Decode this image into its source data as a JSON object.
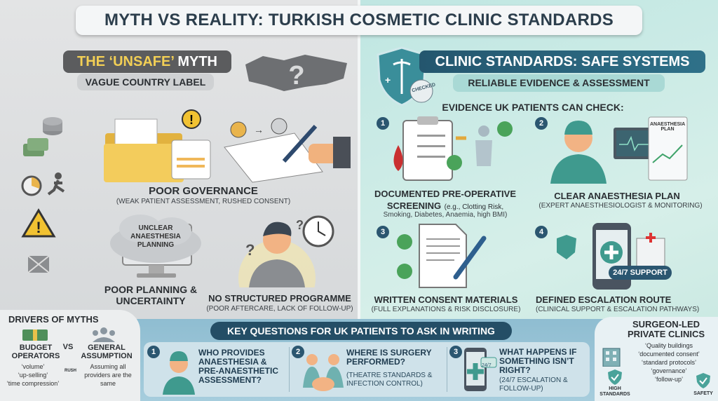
{
  "title": "MYTH VS REALITY: TURKISH COSMETIC CLINIC STANDARDS",
  "myth": {
    "heading_highlight": "THE ‘UNSAFE’",
    "heading_rest": " MYTH",
    "subtitle": "VAGUE COUNTRY LABEL",
    "governance": {
      "title": "POOR GOVERNANCE",
      "detail": "(WEAK PATIENT ASSESSMENT, RUSHED CONSENT)"
    },
    "cloud_text": "UNCLEAR ANAESTHESIA PLANNING",
    "planning": {
      "title": "POOR PLANNING & UNCERTAINTY"
    },
    "programme": {
      "title": "NO STRUCTURED PROGRAMME",
      "detail": "(POOR AFTERCARE, LACK OF FOLLOW-UP)"
    }
  },
  "standards": {
    "heading": "CLINIC STANDARDS: SAFE SYSTEMS",
    "subtitle": "RELIABLE EVIDENCE & ASSESSMENT",
    "stamp": "CHECKED",
    "evidence_heading": "EVIDENCE UK PATIENTS CAN CHECK:",
    "items": [
      {
        "num": "1",
        "title": "DOCUMENTED PRE-OPERATIVE",
        "title2": "SCREENING",
        "detail": "(e.g., Clotting Risk,",
        "detail2": "Smoking, Diabetes, Anaemia, high BMI)"
      },
      {
        "num": "2",
        "title": "CLEAR ANAESTHESIA PLAN",
        "detail": "(EXPERT ANAESTHESIOLOGIST & MONITORING)",
        "doc_label": "ANAESTHESIA PLAN"
      },
      {
        "num": "3",
        "title": "WRITTEN CONSENT MATERIALS",
        "detail": "(FULL EXPLANATIONS & RISK DISCLOSURE)"
      },
      {
        "num": "4",
        "title": "DEFINED ESCALATION ROUTE",
        "detail": "(CLINICAL SUPPORT & ESCALATION PATHWAYS)",
        "badge": "24/7 SUPPORT"
      }
    ]
  },
  "drivers": {
    "heading": "DRIVERS OF MYTHS",
    "left_title": "BUDGET OPERATORS",
    "vs": "VS",
    "right_title": "GENERAL ASSUMPTION",
    "left_terms": [
      "‘volume’",
      "‘up-selling’",
      "‘time compression’"
    ],
    "rush": "RUSH",
    "right_text": "Assuming all providers are the same"
  },
  "key_questions": {
    "heading": "KEY QUESTIONS FOR UK PATIENTS TO ASK IN WRITING",
    "items": [
      {
        "num": "1",
        "question": "WHO PROVIDES ANAESTHESIA & PRE-ANAESTHETIC ASSESSMENT?",
        "detail": ""
      },
      {
        "num": "2",
        "question": "WHERE IS SURGERY PERFORMED?",
        "detail": "(THEATRE STANDARDS & INFECTION CONTROL)"
      },
      {
        "num": "3",
        "question": "WHAT HAPPENS IF SOMETHING ISN’T RIGHT?",
        "detail": "(24/7 ESCALATION & FOLLOW-UP)",
        "phone_badge": "24/7"
      }
    ]
  },
  "surgeon": {
    "heading": "SURGEON-LED PRIVATE CLINICS",
    "terms": [
      "‘Quality buildings",
      "‘documented consent’",
      "‘standard protocols’",
      "‘governance’",
      "‘follow-up’"
    ],
    "badge_left": "HIGH STANDARDS",
    "badge_right": "SAFETY"
  },
  "colors": {
    "navy": "#244e66",
    "teal": "#2f7189",
    "mint": "#bfe6e2",
    "gray": "#5b5c5e",
    "yellow": "#f2cf55",
    "check_green": "#4aa35a"
  }
}
